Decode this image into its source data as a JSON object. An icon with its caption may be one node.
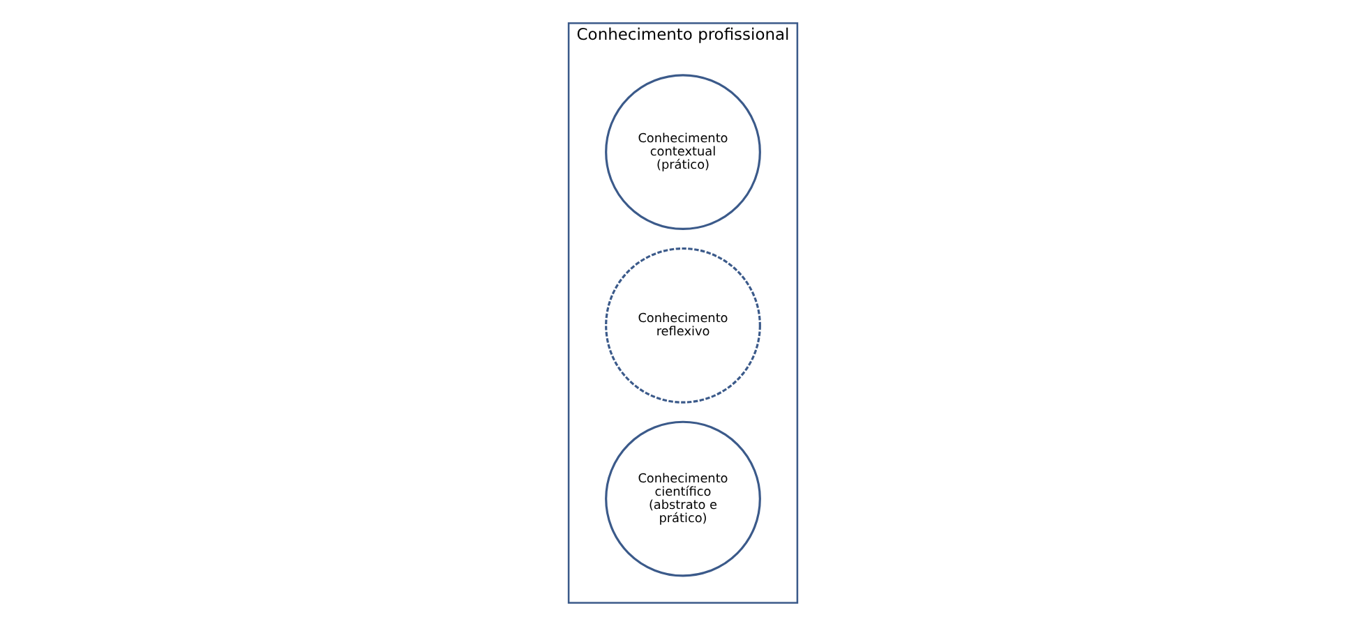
{
  "diagram": {
    "nodes": [
      {
        "text": [
          "Conhecimento profissional"
        ]
      },
      {
        "text": [
          "Conhecimento científico (abstrato e prático)"
        ],
        "in": 0
      },
      {
        "text": [
          "Conhecimento reflexivo"
        ],
        "in": 0
      },
      {
        "text": [
          "Conhecimento contextual (prático)"
        ],
        "in": 0
      }
    ]
  }
}
